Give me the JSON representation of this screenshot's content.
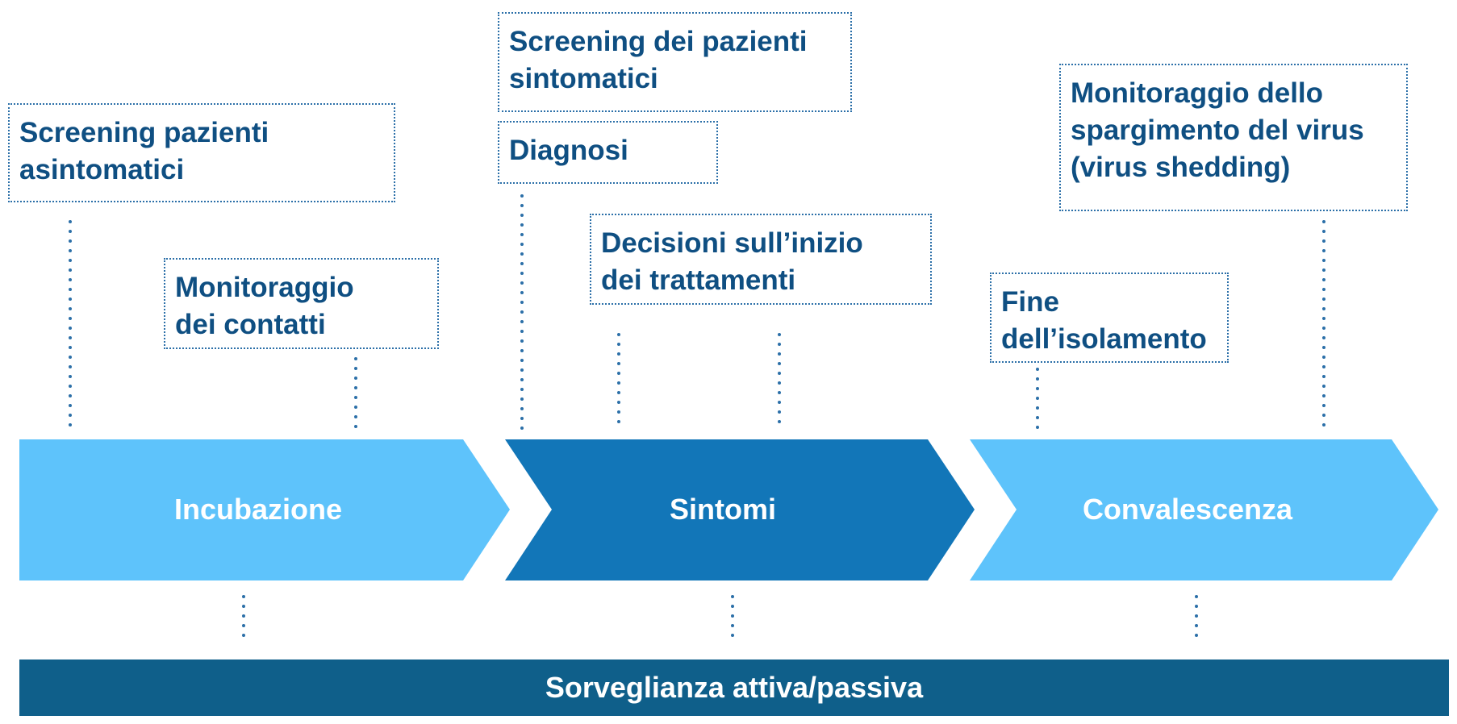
{
  "colors": {
    "light_blue": "#5ec3fb",
    "mid_blue": "#1276b8",
    "dark_blue": "#0f5f8a",
    "text_blue": "#0f4f82",
    "dotted_line": "#2b6fa8"
  },
  "phases": [
    {
      "label": "Incubazione"
    },
    {
      "label": "Sintomi"
    },
    {
      "label": "Convalescenza"
    }
  ],
  "surveillance": {
    "label": "Sorveglianza attiva/passiva"
  },
  "callouts": {
    "screening_asymptomatic": "Screening pazienti\nasintomatici",
    "contact_monitoring": "Monitoraggio\ndei contatti",
    "screening_symptomatic": "Screening dei pazienti\nsintomatici",
    "diagnosis": "Diagnosi",
    "treatment_decisions": "Decisioni sull’inizio\ndei trattamenti",
    "end_isolation": "Fine\ndell’isolamento",
    "virus_shedding": "Monitoraggio dello\nspargimento del virus\n(virus shedding)"
  }
}
